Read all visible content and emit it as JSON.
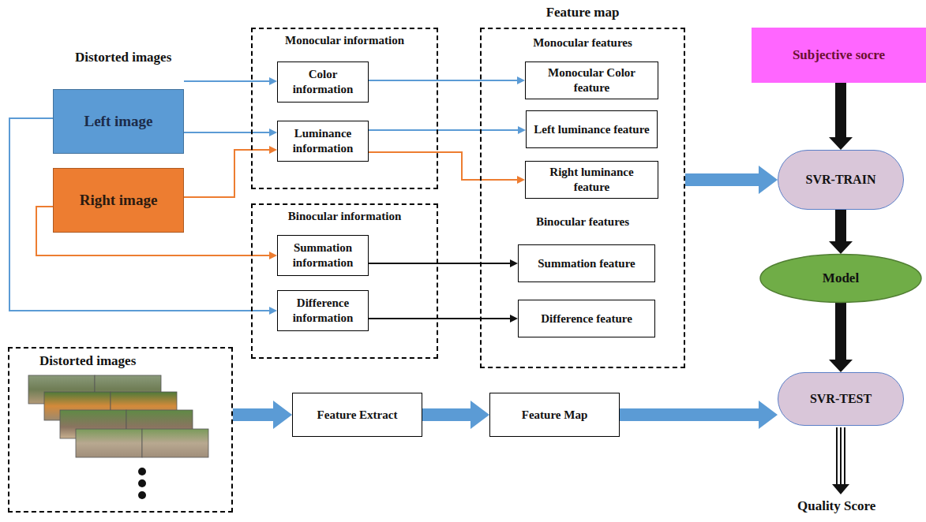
{
  "diagram": {
    "nodes": [
      {
        "text": [
          "Left image"
        ]
      },
      {
        "text": [
          "Right image"
        ]
      },
      {
        "text": [
          "Monocular information"
        ]
      },
      {
        "text": [
          "Color information"
        ],
        "in": 2
      },
      {
        "text": [
          "Luminance information"
        ],
        "in": 2
      },
      {
        "text": [
          "Binocular information"
        ]
      },
      {
        "text": [
          "Summation information"
        ],
        "in": 5
      },
      {
        "text": [
          "Difference information"
        ],
        "in": 5
      },
      {
        "text": [
          "Feature map",
          "Monocular features",
          "Binocular features"
        ]
      },
      {
        "text": [
          "Monocular Color feature"
        ],
        "in": 8
      },
      {
        "text": [
          "Left luminance feature"
        ],
        "in": 8
      },
      {
        "text": [
          "Right luminance feature"
        ],
        "in": 8
      },
      {
        "text": [
          "Summation feature"
        ],
        "in": 8
      },
      {
        "text": [
          "Difference feature"
        ],
        "in": 8
      },
      {
        "text": [
          "Subjective socre"
        ]
      },
      {
        "text": [
          "SVR-TRAIN"
        ]
      },
      {
        "text": [
          "Model"
        ]
      },
      {
        "text": [
          "SVR-TEST"
        ]
      },
      {
        "text": [
          "Distorted images"
        ]
      },
      {
        "text": [
          "Feature Extract"
        ]
      },
      {
        "text": [
          "Feature Map"
        ]
      }
    ],
    "edges": [
      {
        "from": 0,
        "to": 3,
        "arrow": "to"
      },
      {
        "from": 0,
        "to": 4,
        "arrow": "to"
      },
      {
        "from": 1,
        "to": 4,
        "arrow": "to"
      },
      {
        "from": 0,
        "to": 7,
        "arrow": "to"
      },
      {
        "from": 1,
        "to": 6,
        "arrow": "to"
      },
      {
        "from": 3,
        "to": 9,
        "arrow": "to"
      },
      {
        "from": 4,
        "to": 10,
        "arrow": "to"
      },
      {
        "from": 4,
        "to": 11,
        "arrow": "to"
      },
      {
        "from": 6,
        "to": 12,
        "arrow": "to"
      },
      {
        "from": 7,
        "to": 13,
        "arrow": "to"
      },
      {
        "from": 8,
        "to": 15,
        "arrow": "to"
      },
      {
        "from": 14,
        "to": 15,
        "arrow": "to"
      },
      {
        "from": 15,
        "to": 16,
        "arrow": "to"
      },
      {
        "from": 16,
        "to": 17,
        "arrow": "to"
      },
      {
        "from": 18,
        "to": 19,
        "arrow": "to"
      },
      {
        "from": 19,
        "to": 20,
        "arrow": "to"
      },
      {
        "from": 20,
        "to": 17,
        "arrow": "to"
      }
    ],
    "labels": [
      "Distorted images",
      "Quality Score"
    ]
  }
}
